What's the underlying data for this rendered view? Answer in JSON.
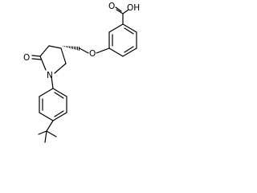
{
  "molecule": {
    "atoms": {
      "carboxyl_o": "O",
      "carboxyl_oh": "OH",
      "ether_o": "O",
      "lactam_o": "O",
      "ring_n": "N"
    }
  },
  "colors": {
    "bond": "#000000",
    "text": "#000000",
    "background": "#ffffff"
  }
}
